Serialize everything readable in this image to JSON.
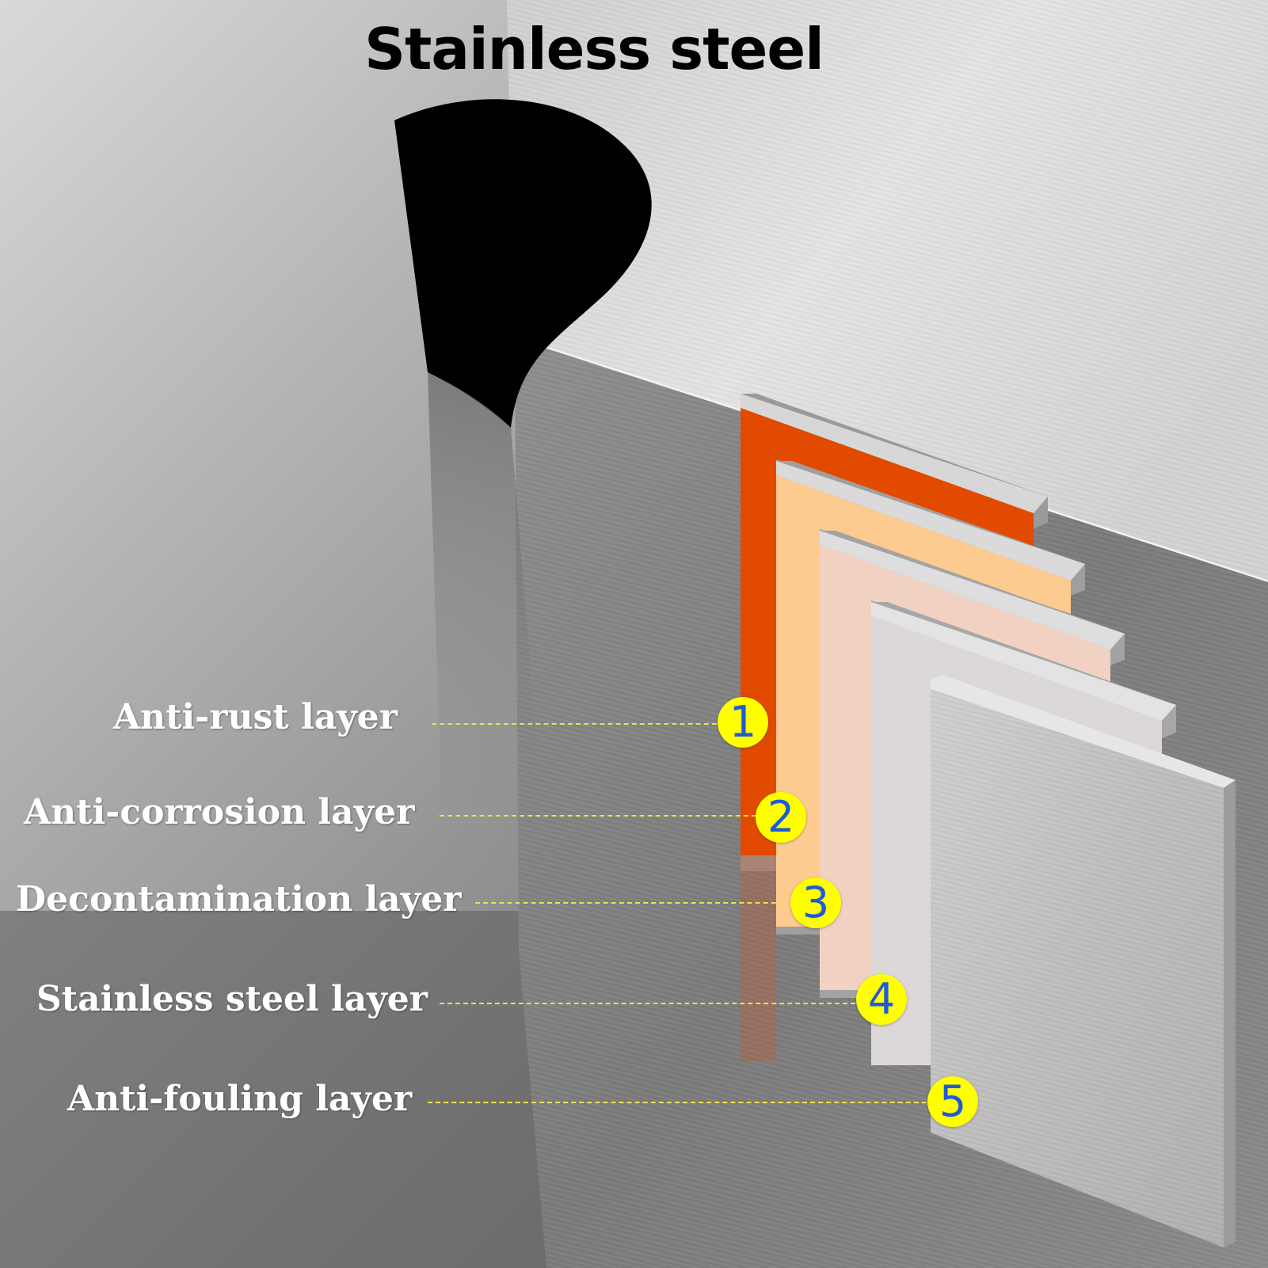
{
  "title": "Stainless steel",
  "layers": [
    {
      "label": "Anti-rust layer",
      "number": "1",
      "color": "#e24a00"
    },
    {
      "label": "Anti-corrosion layer",
      "number": "2",
      "color": "#fdca90"
    },
    {
      "label": "Decontamination layer",
      "number": "3",
      "color": "#f1d2c2"
    },
    {
      "label": "Stainless steel layer",
      "number": "4",
      "color": "#dcd8da"
    },
    {
      "label": "Anti-fouling layer",
      "number": "5",
      "color": "#c9c9c9"
    }
  ],
  "colors": {
    "badge": "#ffff00",
    "badge_text": "#1f5bd6",
    "leader_line": "#e8e34a",
    "label_text": "#ffffff"
  }
}
